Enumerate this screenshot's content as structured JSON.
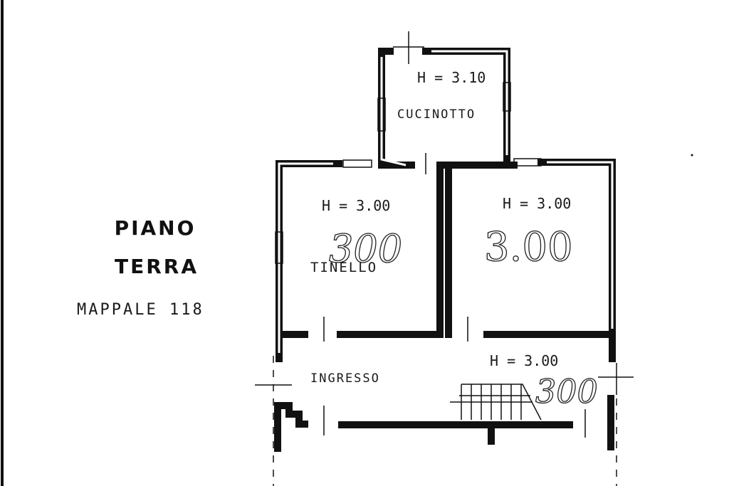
{
  "legend": {
    "line1": "PIANO",
    "line2": "TERRA",
    "parcel": "MAPPALE 118"
  },
  "rooms": {
    "kitchen": {
      "height": "H = 3.10",
      "name": "CUCINOTTO"
    },
    "living": {
      "height": "H = 3.00",
      "name": "TINELLO",
      "handwritten": "300"
    },
    "room_right": {
      "height": "H = 3.00",
      "handwritten": "3.00"
    },
    "entrance": {
      "height": "H = 3.00",
      "name": "INGRESSO",
      "handwritten": "300"
    }
  },
  "colors": {
    "ink": "#111111",
    "paper": "#ffffff"
  }
}
